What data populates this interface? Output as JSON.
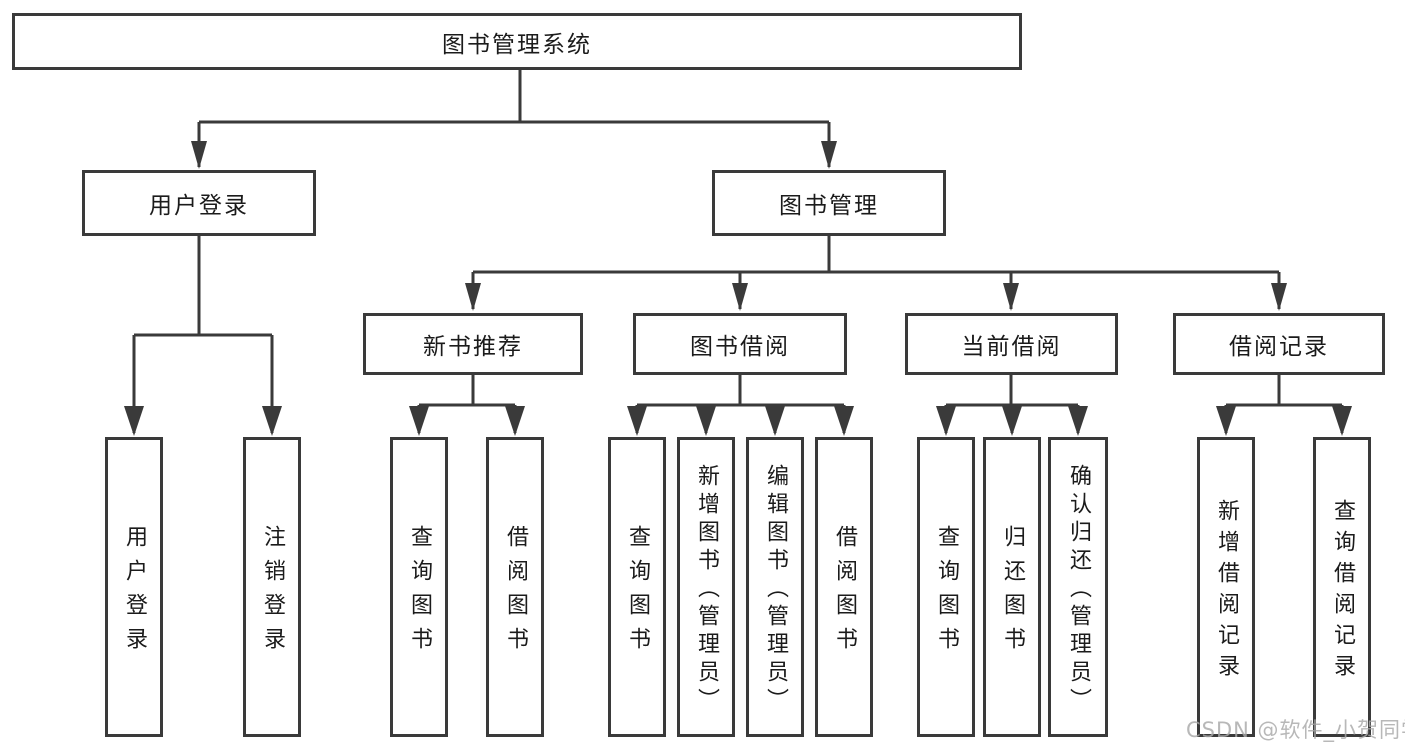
{
  "diagram": {
    "tree": {
      "label": "图书管理系统",
      "children": [
        {
          "label": "用户登录",
          "children": [
            {
              "label": "用户登录"
            },
            {
              "label": "注销登录"
            }
          ]
        },
        {
          "label": "图书管理",
          "children": [
            {
              "label": "新书推荐",
              "children": [
                {
                  "label": "查询图书"
                },
                {
                  "label": "借阅图书"
                }
              ]
            },
            {
              "label": "图书借阅",
              "children": [
                {
                  "label": "查询图书"
                },
                {
                  "label": "新增图书（管理员）"
                },
                {
                  "label": "编辑图书（管理员）"
                },
                {
                  "label": "借阅图书"
                }
              ]
            },
            {
              "label": "当前借阅",
              "children": [
                {
                  "label": "查询图书"
                },
                {
                  "label": "归还图书"
                },
                {
                  "label": "确认归还（管理员）"
                }
              ]
            },
            {
              "label": "借阅记录",
              "children": [
                {
                  "label": "新增借阅记录"
                },
                {
                  "label": "查询借阅记录"
                }
              ]
            }
          ]
        }
      ]
    },
    "watermark": {
      "text": "CSDN @软件_小贺同学"
    },
    "colors": {
      "border": "#3a3a3a",
      "line": "#3a3a3a",
      "text": "#1b1b1b",
      "background": "#ffffff",
      "watermark": "#a9a9a9"
    }
  }
}
